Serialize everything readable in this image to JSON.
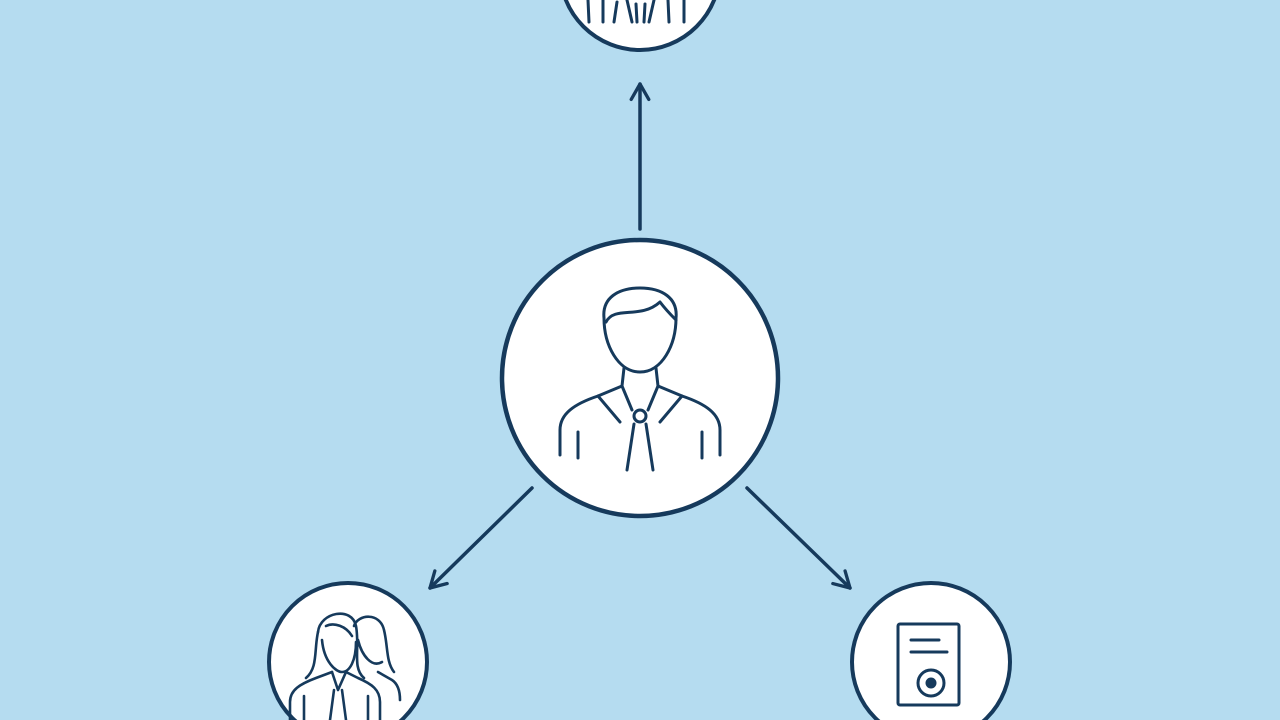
{
  "colors": {
    "background": "#b5dcf0",
    "stroke": "#163a5c",
    "node_fill": "#ffffff"
  },
  "nodes": [
    {
      "id": "center",
      "icon": "manager-person-icon"
    },
    {
      "id": "top",
      "icon": "team-group-icon"
    },
    {
      "id": "bottom-left",
      "icon": "women-group-icon"
    },
    {
      "id": "bottom-right",
      "icon": "document-icon"
    }
  ],
  "edges": [
    {
      "from": "center",
      "to": "top"
    },
    {
      "from": "center",
      "to": "bottom-left"
    },
    {
      "from": "center",
      "to": "bottom-right"
    }
  ]
}
